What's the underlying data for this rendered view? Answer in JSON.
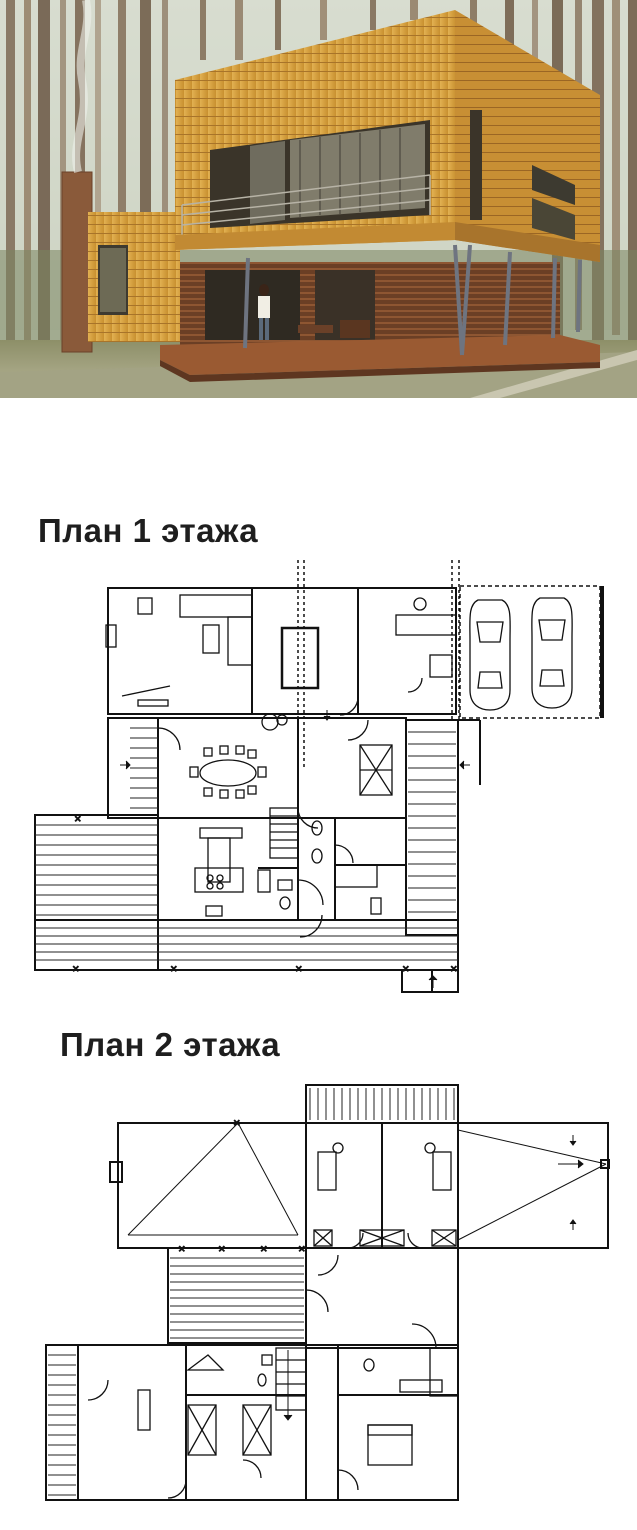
{
  "photo": {
    "subject": "two-storey wooden house in pine forest",
    "colors": {
      "cladding": "#d9a441",
      "forest": "#6f7a5c",
      "sky": "#dfe4d8",
      "deck": "#8a4f2c"
    }
  },
  "plan1": {
    "title": "План 1 этажа"
  },
  "plan2": {
    "title": "План 2 этажа"
  },
  "icons": [
    "car-icon",
    "table-icon",
    "stairs-icon",
    "bed-icon",
    "bathtub-icon",
    "toilet-icon",
    "sink-icon"
  ]
}
